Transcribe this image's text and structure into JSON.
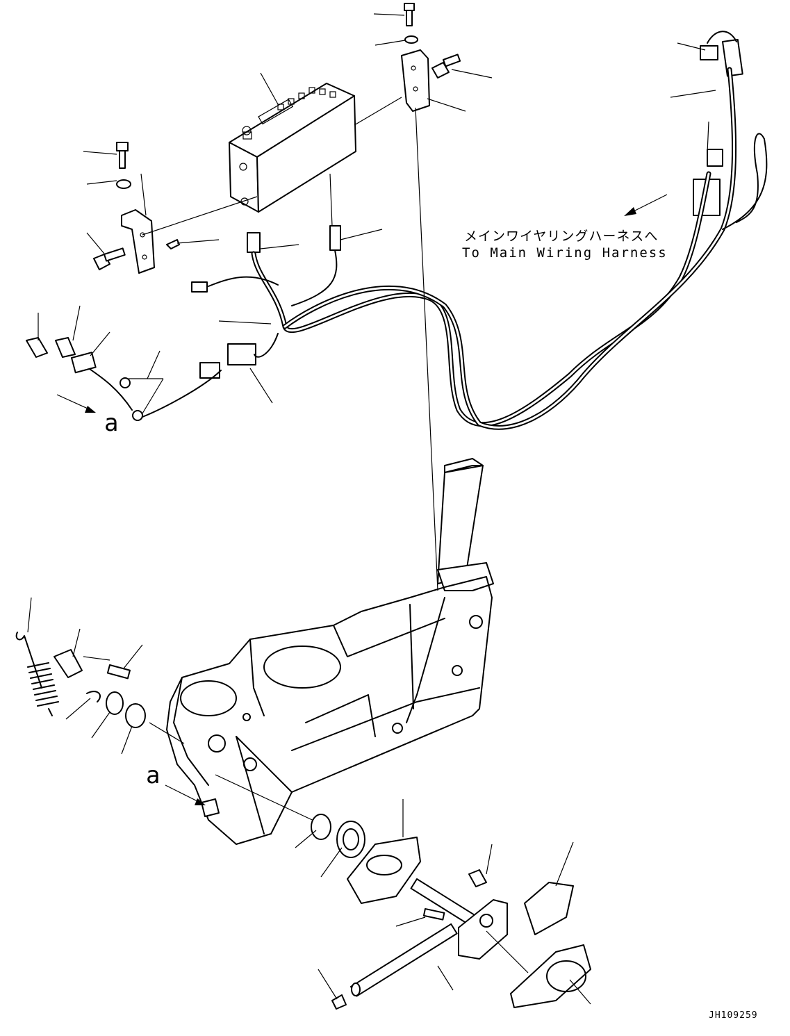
{
  "labels": {
    "harness_jp": "メインワイヤリングハーネスへ",
    "harness_en": "To Main Wiring Harness",
    "view_a_top": "a",
    "view_a_bottom": "a",
    "drawing_id": "JH109259"
  }
}
